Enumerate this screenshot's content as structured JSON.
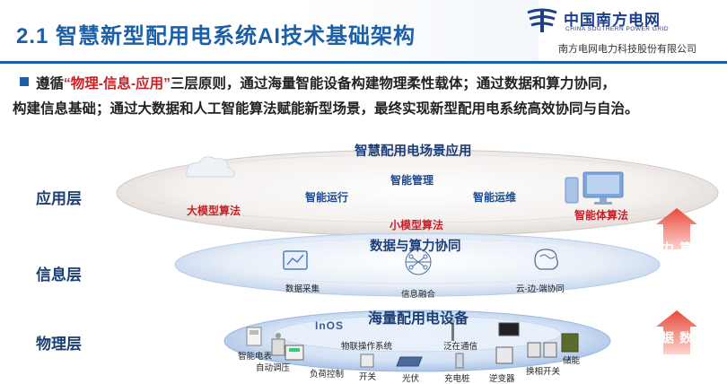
{
  "header": {
    "title": "2.1 智慧新型配用电系统AI技术基础架构",
    "logo_cn": "中国南方电网",
    "logo_en": "CHINA SOUTHERN POWER GRID",
    "company": "南方电网电力科技股份有限公司"
  },
  "intro": {
    "part1": "遵循",
    "quote": "“物理-信息-应用”",
    "part2": "三层原则，通过海量智能设备构建物理柔性载体；通过数据和算力协同，",
    "line2": "构建信息基础；通过大数据和人工智能算法赋能新型场景，最终实现新型配用电系统高效协同与自治。"
  },
  "application_layer": {
    "label": "应用层",
    "header": "智慧配用电场景应用",
    "items": [
      "智能管理",
      "智能运行",
      "智能运维"
    ],
    "algorithms": [
      "大模型算法",
      "小模型算法",
      "智能体算法"
    ]
  },
  "information_layer": {
    "label": "信息层",
    "header": "数据与算力协同",
    "items": [
      "数据采集",
      "信息融合",
      "云-边-端协同"
    ]
  },
  "physical_layer": {
    "label": "物理层",
    "header": "海量配用电设备",
    "os_logo": "InOS",
    "items": [
      "智能电表",
      "自动调压",
      "物联操作系统",
      "负荷控制",
      "开关",
      "光伏",
      "泛在通信",
      "充电桩",
      "逆变器",
      "换相开关",
      "储能"
    ]
  },
  "arrows": {
    "top": "算力",
    "bottom": "数据"
  },
  "colors": {
    "primary": "#1a5fa8",
    "accent_red": "#c62127",
    "arrow": "#d9342b"
  }
}
